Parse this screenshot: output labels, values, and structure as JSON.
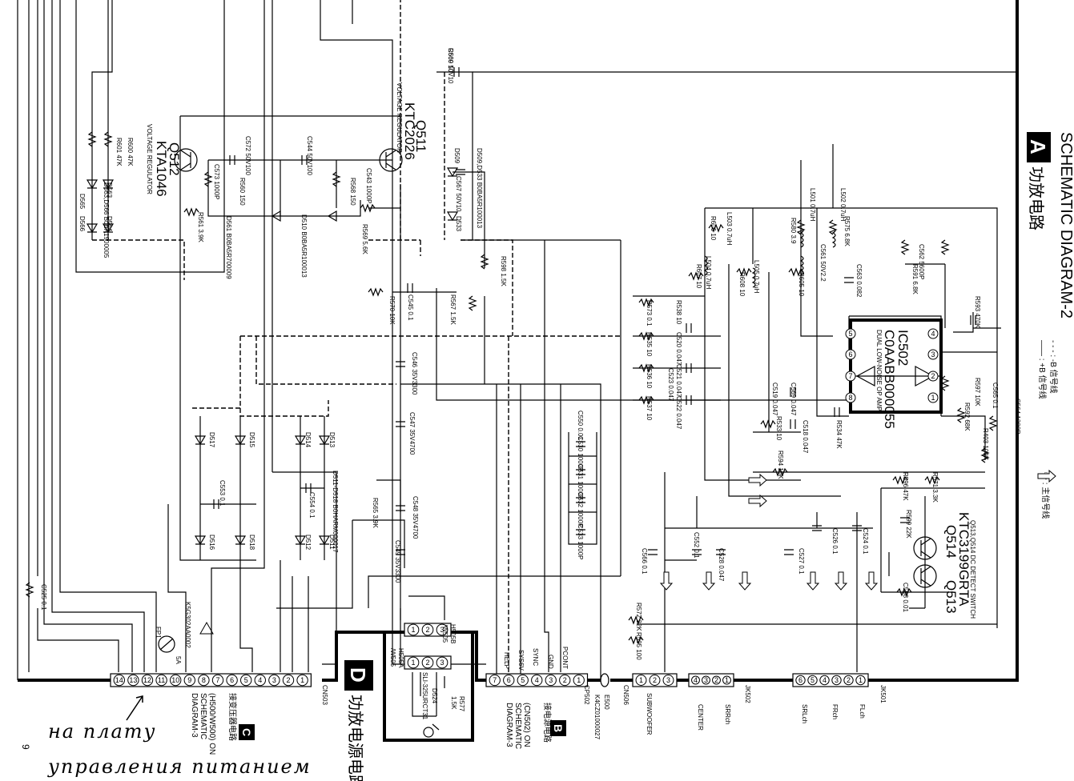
{
  "title": {
    "main": "SCHEMATIC DIAGRAM-2",
    "badge": "A",
    "chinese": "功放电路"
  },
  "legend": {
    "neg_b": "- - - : -B 信号线",
    "pos_b": "—— : +B 信号线",
    "main_signal": "⇨ : 主信号线"
  },
  "ic502": {
    "ref": "IC502",
    "part": "C0AABB000055",
    "desc": "DUAL LOW-NOISE OP AMP"
  },
  "transistors": {
    "q511_ref": "Q511",
    "q511_part": "KTC2026",
    "q511_desc": "VOLTAGE REGULATOR",
    "q512_ref": "Q512",
    "q512_part": "KTA1046",
    "q512_desc": "VOLTAGE REGULATOR",
    "q513_ref": "Q513",
    "q514_ref": "Q514",
    "q514_part": "KTC3199GRTA",
    "q514_desc": "Q513,Q514 DC DETECT SWITCH"
  },
  "parts": [
    "C560 50V10",
    "C572 50V100",
    "C544 50V100",
    "C573 1000P",
    "R560 150",
    "C543 1000P",
    "R568 150",
    "R569 5.6K",
    "D561 B0BA5R700009",
    "D510 B0BA5R100013",
    "R561 3.9K",
    "R600 47K",
    "R601 47K",
    "D563,D566 B0BA1900005",
    "D565",
    "D566",
    "D563",
    "D564",
    "D509,D533 B0BA5R100013",
    "D509",
    "D533",
    "C567 50V10",
    "R598 1.5K",
    "R567 1.5K",
    "R570 10K",
    "C545 0.1",
    "C546 35V3300",
    "C547 35V4700",
    "C548 35V4700",
    "C549 35V3300",
    "R565 3.9K",
    "C553 0.1",
    "C554 0.1",
    "D511-D518 B0HARM000017",
    "D517",
    "D515",
    "D514",
    "D513",
    "D516",
    "D518",
    "D512",
    "D511",
    "C550 0.01",
    "C530 1000P",
    "C531 1000P",
    "C532 1000P",
    "C533 1000P",
    "L501 0.7uH",
    "L502 0.7uH",
    "L503 0.7uH",
    "L504 0.7uH",
    "L505 0.7uH",
    "R575 6.8K",
    "C561 50V2.2",
    "C563 0.082",
    "C562 5600P",
    "R591 6.8K",
    "R593 470K",
    "C565 0.1",
    "C564 1200P",
    "R597 10K",
    "R592 68K",
    "R403 100K",
    "R594 10K",
    "R596 47K",
    "R571 3.3K",
    "R599 22K",
    "C568 0.01",
    "R572 22K",
    "R595 100",
    "R573 0.1",
    "R535 10",
    "R536 10",
    "R537 10",
    "R538 10",
    "C520 0.047",
    "C521 0.047",
    "C522 0.047",
    "C523 0.047",
    "C569 0.047",
    "C518 0.047",
    "C519 0.047",
    "R533 10",
    "R534 47K",
    "C566 0.1",
    "C552 0.1",
    "C528 0.047",
    "C527 0.1",
    "C526 0.1",
    "C524 0.1",
    "C525 0.1",
    "R580 3.9",
    "R605 10",
    "R606 10",
    "R607 10",
    "R608 10",
    "R609 10"
  ],
  "connectors": {
    "cn503": {
      "ref": "CN503",
      "pins": [
        "14",
        "13",
        "12",
        "11",
        "10",
        "9",
        "8",
        "7",
        "6",
        "5",
        "4",
        "3",
        "2",
        "1"
      ],
      "note1": "(H500/W500) ON",
      "note2": "SCHEMATIC",
      "note3": "DIAGRAM-3",
      "chinese": "接变压器电路",
      "badge": "C"
    },
    "fp1": {
      "ref": "FP1",
      "part": "K5G302AA0002",
      "rating": "5A"
    },
    "cp502": {
      "ref": "CP502",
      "pins": [
        "7",
        "6",
        "5",
        "4",
        "3",
        "2",
        "1"
      ],
      "signals": [
        "HELP",
        "SYS6V",
        "SYNC",
        "GND",
        "PCONT"
      ],
      "note1": "(CN502) ON",
      "note2": "SCHEMATIC",
      "note3": "DIAGRAM-3",
      "chinese": "接电源电路",
      "badge": "B"
    },
    "e500": {
      "ref": "E500",
      "part": "K4CZ01000027"
    },
    "cn506": {
      "ref": "CN506",
      "pins": [
        "1",
        "2",
        "3"
      ],
      "label": "SUBWOOFER"
    },
    "jk502": {
      "ref": "JK502",
      "pins": [
        "4",
        "3",
        "2",
        "1"
      ],
      "labels": [
        "CENTER",
        "SRRch"
      ]
    },
    "jk501": {
      "ref": "JK501",
      "pins": [
        "6",
        "5",
        "4",
        "3",
        "2",
        "1"
      ],
      "labels": [
        "SRLch",
        "FRch",
        "FLch"
      ]
    },
    "h505b": {
      "ref": "H505B",
      "alt": "/W505",
      "pins": [
        "1",
        "2",
        "3"
      ]
    },
    "h505a": {
      "ref": "H505A",
      "alt": "/W505",
      "pins": [
        "1",
        "2",
        "3"
      ]
    },
    "d524": {
      "ref": "D524",
      "part": "SLI-325URCT31"
    },
    "r577": {
      "ref": "R577",
      "value": "1.5K"
    }
  },
  "block_d": {
    "badge": "D",
    "chinese": "功放电源电路"
  },
  "handwriting": {
    "line1": "на плату",
    "line2": "управления питанием"
  },
  "page_number": "9",
  "chart_data": {
    "type": "diagram",
    "nodes": [
      "IC502",
      "Q511",
      "Q512",
      "Q513",
      "Q514",
      "CN503",
      "CP502",
      "CN506",
      "JK502",
      "JK501",
      "H505A",
      "H505B",
      "D524"
    ],
    "title": "SCHEMATIC DIAGRAM-2"
  }
}
